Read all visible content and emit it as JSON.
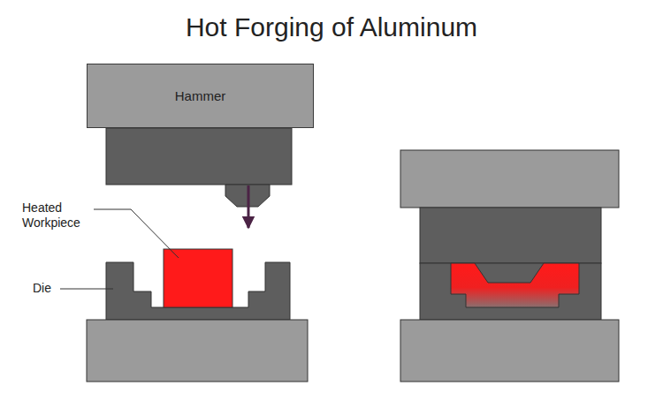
{
  "diagram": {
    "title": "Hot Forging of Aluminum",
    "nodes": [
      {
        "text": [
          "Hammer"
        ]
      }
    ],
    "labels": [
      "Heated Workpiece",
      "Die"
    ]
  }
}
